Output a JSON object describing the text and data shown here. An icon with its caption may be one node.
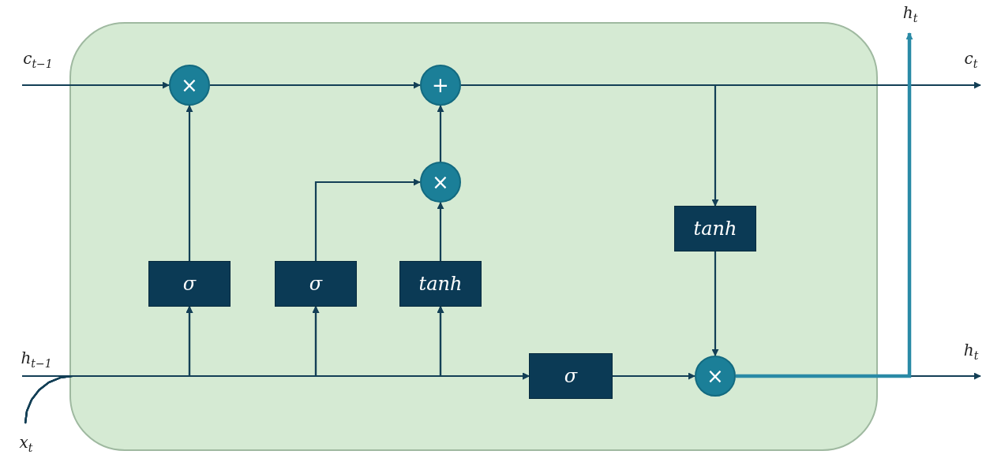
{
  "diagram": {
    "nodes": [
      {
        "text": [],
        "shape": "box"
      },
      {
        "text": [
          "c$_{t−1}$"
        ]
      },
      {
        "text": [
          "h$_{t−1}$"
        ]
      },
      {
        "text": [
          "x$_{t}$"
        ]
      },
      {
        "text": [
          "×"
        ],
        "in": 0
      },
      {
        "text": [
          "+"
        ],
        "in": 0
      },
      {
        "text": [
          "×"
        ],
        "in": 0
      },
      {
        "text": [
          "σ"
        ],
        "in": 0
      },
      {
        "text": [
          "σ"
        ],
        "in": 0
      },
      {
        "text": [
          "tanh"
        ],
        "in": 0
      },
      {
        "text": [
          "tanh"
        ],
        "in": 0
      },
      {
        "text": [
          "σ"
        ],
        "in": 0
      },
      {
        "text": [
          "×"
        ],
        "in": 0
      },
      {
        "text": [
          "h$_{t}$"
        ]
      },
      {
        "text": [
          "c$_{t}$"
        ]
      },
      {
        "text": [
          "h$_{t}$"
        ]
      }
    ],
    "edges": [
      {
        "from": 1,
        "to": 4,
        "arrow": "to"
      },
      {
        "from": 4,
        "to": 5,
        "arrow": "to"
      },
      {
        "from": 5,
        "to": 14,
        "arrow": "to"
      },
      {
        "from": 5,
        "to": 10,
        "arrow": "to"
      },
      {
        "from": 10,
        "to": 12,
        "arrow": "to"
      },
      {
        "from": 2,
        "to": 7,
        "arrow": "to"
      },
      {
        "from": 2,
        "to": 8,
        "arrow": "to"
      },
      {
        "from": 2,
        "to": 9,
        "arrow": "to"
      },
      {
        "from": 2,
        "to": 11,
        "arrow": "to"
      },
      {
        "from": 3,
        "to": 7,
        "arrow": "to"
      },
      {
        "from": 3,
        "to": 8,
        "arrow": "to"
      },
      {
        "from": 3,
        "to": 9,
        "arrow": "to"
      },
      {
        "from": 3,
        "to": 11,
        "arrow": "to"
      },
      {
        "from": 7,
        "to": 4,
        "arrow": "to"
      },
      {
        "from": 8,
        "to": 6,
        "arrow": "to"
      },
      {
        "from": 9,
        "to": 6,
        "arrow": "to"
      },
      {
        "from": 6,
        "to": 5,
        "arrow": "to"
      },
      {
        "from": 11,
        "to": 12,
        "arrow": "to"
      },
      {
        "from": 12,
        "to": 15,
        "arrow": "to"
      },
      {
        "from": 12,
        "to": 13,
        "arrow": "to",
        "style": "thick",
        "color": "#2a8aa6"
      }
    ]
  }
}
